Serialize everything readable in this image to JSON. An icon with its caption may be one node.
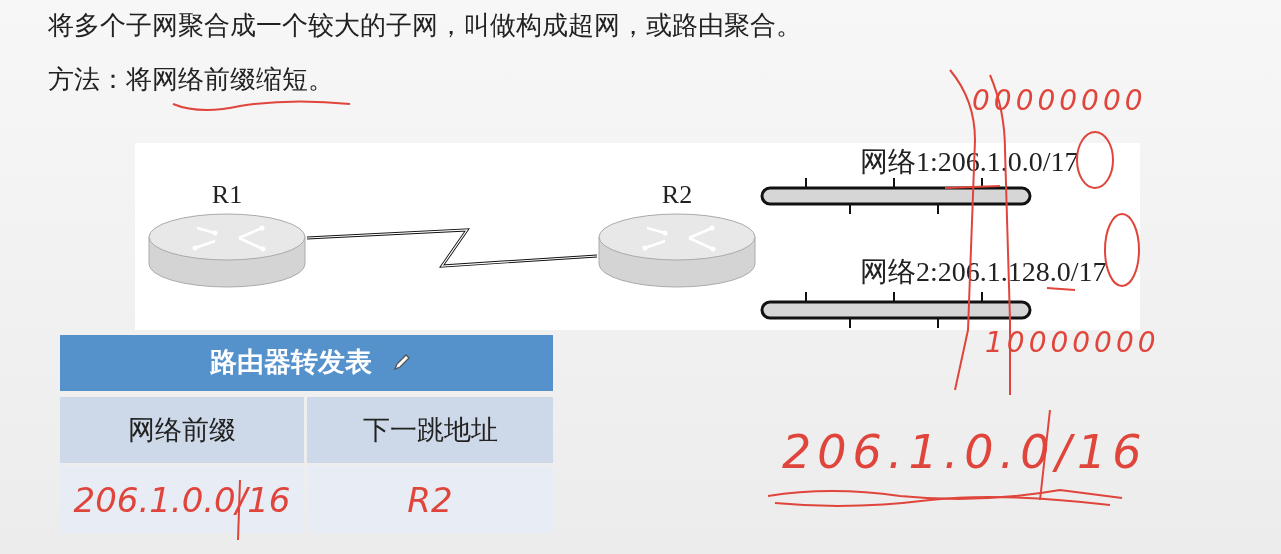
{
  "diagram": {
    "nodes": [
      {
        "text": [
          "R1"
        ]
      },
      {
        "text": [
          "R2"
        ]
      },
      {
        "text": [
          "网络1:206.1.0.0/17"
        ]
      },
      {
        "text": [
          "网络2:206.1.128.0/17"
        ]
      }
    ],
    "edges": [
      {
        "from": 0,
        "to": 1,
        "arrow": "none"
      }
    ],
    "labels": [
      "将多个子网聚合成一个较大的子网，叫做构成超网，或路由聚合。",
      "方法：将网络前缀缩短。",
      "00000000",
      "路由器转发表",
      "10000000",
      "网络前缀",
      "下一跳地址",
      "206.1.0.0/16",
      "206.1.0.0/16",
      "R2"
    ]
  }
}
